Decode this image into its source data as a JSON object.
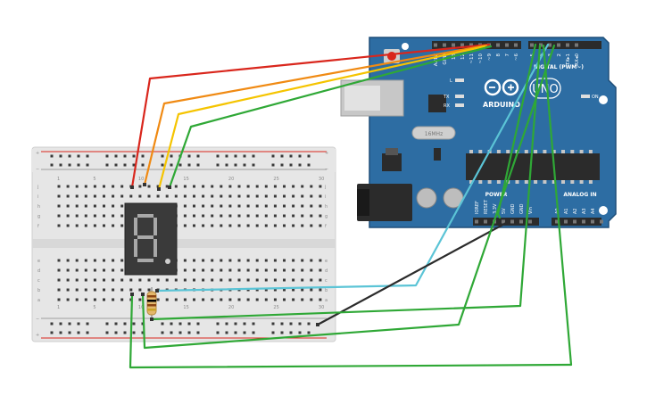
{
  "arduino": {
    "brand": "ARDUINO",
    "model": "UNO",
    "digital_header_label": "DIGITAL (PWM~)",
    "power_label": "POWER",
    "analog_label": "ANALOG IN",
    "on_label": "ON",
    "l_label": "L",
    "tx_label": "TX",
    "rx_label": "RX",
    "crystal_label": "16MHz",
    "top_pin_labels": [
      "AREF",
      "GND",
      "13",
      "12",
      "~11",
      "~10",
      "~9",
      "8",
      "7",
      "~6",
      "~5",
      "4",
      "~3",
      "2",
      "TX▸1",
      "RX◂0"
    ],
    "power_pin_labels": [
      "IOREF",
      "RESET",
      "3.3V",
      "5V",
      "GND",
      "GND",
      "Vin"
    ],
    "analog_pin_labels": [
      "A0",
      "A1",
      "A2",
      "A3",
      "A4",
      "A5"
    ]
  },
  "breadboard": {
    "row_letters_top": [
      "j",
      "i",
      "h",
      "g",
      "f"
    ],
    "row_letters_bottom": [
      "e",
      "d",
      "c",
      "b",
      "a"
    ],
    "column_count": 30,
    "rail_plus": "+",
    "rail_minus": "−"
  },
  "seven_segment": {
    "digit": "8",
    "decimal_point": true
  },
  "resistor": {
    "bands": [
      "#8b4513",
      "#000000",
      "#8b4513",
      "#c9a227"
    ]
  },
  "wire_colors": {
    "red": "#d9261c",
    "orange": "#f08a13",
    "yellow": "#f5c400",
    "green": "#2fa836",
    "cyan": "#5bc4d6",
    "black": "#2b2b2b"
  },
  "colors": {
    "board_blue": "#2d6da3",
    "board_edge": "#1f4f7a",
    "breadboard_bg": "#e6e6e6"
  }
}
